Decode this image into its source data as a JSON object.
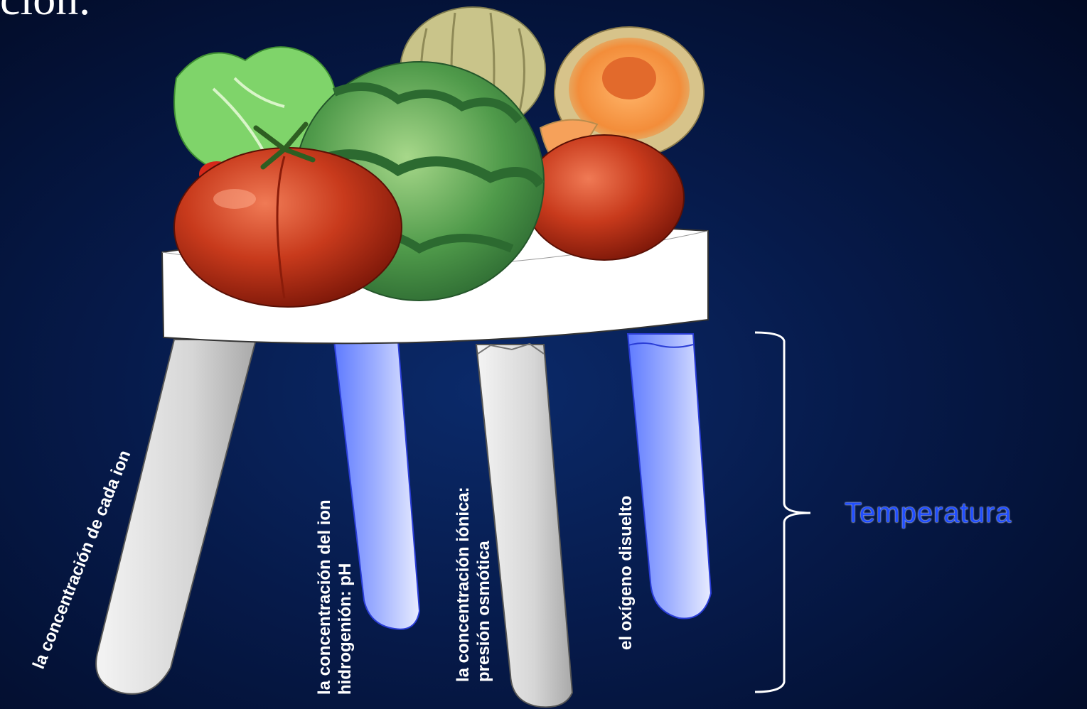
{
  "slide": {
    "title_fragment": "ción:",
    "temperature_label": "Temperatura",
    "legs": [
      {
        "id": "leg1",
        "lines": [
          "la concentración de cada ion"
        ]
      },
      {
        "id": "leg2",
        "lines": [
          "la concentración del ion",
          "hidrogenión:  pH"
        ]
      },
      {
        "id": "leg3",
        "lines": [
          "la concentración iónica:",
          "presión osmótica"
        ]
      },
      {
        "id": "leg4",
        "lines": [
          "el oxígeno disuelto"
        ]
      }
    ]
  },
  "colors": {
    "background": "#061a4a",
    "text": "#ffffff",
    "temperature": "#1f4dff",
    "blue_tube": "#7f95ff",
    "gray_tube": "#c8c8c8"
  },
  "icons": [
    "tomato-icon",
    "watermelon-icon",
    "lettuce-icon",
    "cantaloupe-icon"
  ]
}
